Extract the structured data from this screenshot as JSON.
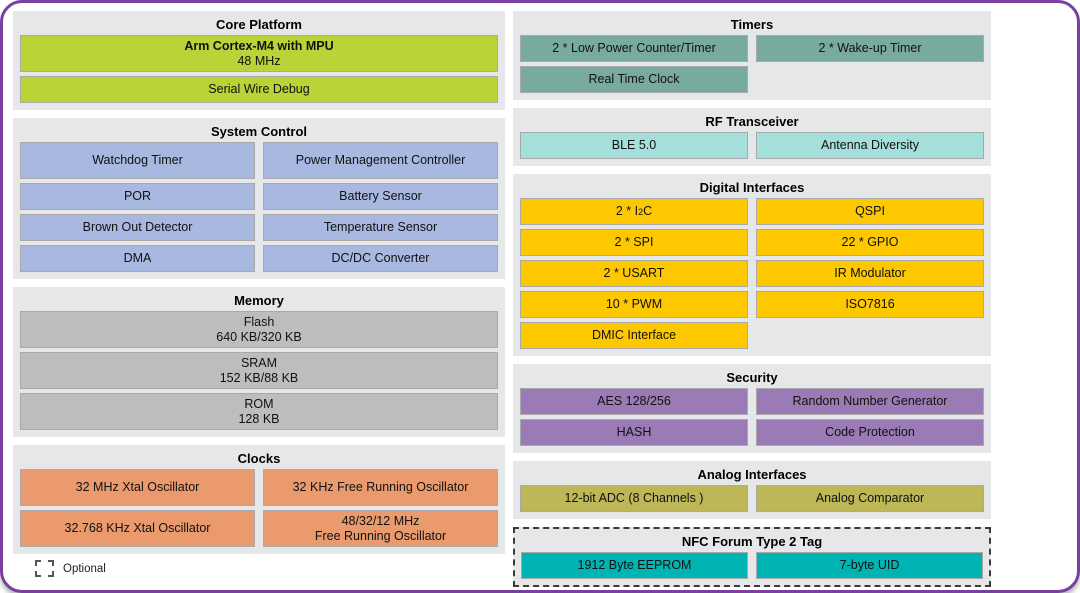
{
  "legend": {
    "optional_label": "Optional",
    "swatch_name": "dashed-square-swatch"
  },
  "colors": {
    "frame_border": "#7b3fa0",
    "panel_bg": "#e6e7e8",
    "core_platform": "#b9d436",
    "system_control": "#a8b8e0",
    "memory": "#bdbdbd",
    "clocks": "#eb9a6d",
    "timers": "#79aa9f",
    "rf_transceiver": "#a5dfdc",
    "digital_interfaces": "#fdc800",
    "security": "#9a7bb5",
    "analog_interfaces": "#bdb757",
    "nfc": "#00b4b4"
  },
  "left_column": {
    "core_platform": {
      "title": "Core Platform",
      "cpu_name": "Arm Cortex-M4 with MPU",
      "cpu_freq": "48 MHz",
      "debug": "Serial Wire Debug"
    },
    "system_control": {
      "title": "System Control",
      "blocks": [
        "Watchdog Timer",
        "Power Management Controller",
        "POR",
        "Battery Sensor",
        "Brown Out Detector",
        "Temperature Sensor",
        "DMA",
        "DC/DC Converter"
      ]
    },
    "memory": {
      "title": "Memory",
      "blocks": [
        {
          "name": "Flash",
          "size": "640 KB/320 KB"
        },
        {
          "name": "SRAM",
          "size": "152 KB/88 KB"
        },
        {
          "name": "ROM",
          "size": "128 KB"
        }
      ]
    },
    "clocks": {
      "title": "Clocks",
      "blocks": [
        "32 MHz Xtal Oscillator",
        "32 KHz Free Running Oscillator",
        "32.768 KHz Xtal Oscillator",
        "48/32/12 MHz\nFree Running Oscillator"
      ],
      "block_4_line1": "48/32/12 MHz",
      "block_4_line2": "Free Running Oscillator"
    }
  },
  "right_column": {
    "timers": {
      "title": "Timers",
      "blocks": [
        "2 * Low Power Counter/Timer",
        "2 * Wake-up Timer",
        "Real Time Clock"
      ]
    },
    "rf_transceiver": {
      "title": "RF Transceiver",
      "blocks": [
        "BLE 5.0",
        "Antenna Diversity"
      ]
    },
    "digital_interfaces": {
      "title": "Digital Interfaces",
      "i2c_prefix": "2  * I",
      "i2c_sup": "2",
      "i2c_suffix": "C",
      "blocks": [
        "QSPI",
        "2 * SPI",
        "22 * GPIO",
        "2 * USART",
        "IR Modulator",
        "10 * PWM",
        "ISO7816",
        "DMIC Interface"
      ]
    },
    "security": {
      "title": "Security",
      "blocks": [
        "AES 128/256",
        "Random Number Generator",
        "HASH",
        "Code Protection"
      ]
    },
    "analog_interfaces": {
      "title": "Analog Interfaces",
      "blocks": [
        "12-bit ADC (8 Channels )",
        "Analog Comparator"
      ]
    },
    "nfc": {
      "title": "NFC Forum Type 2 Tag",
      "blocks": [
        "1912 Byte EEPROM",
        "7-byte UID"
      ]
    }
  }
}
